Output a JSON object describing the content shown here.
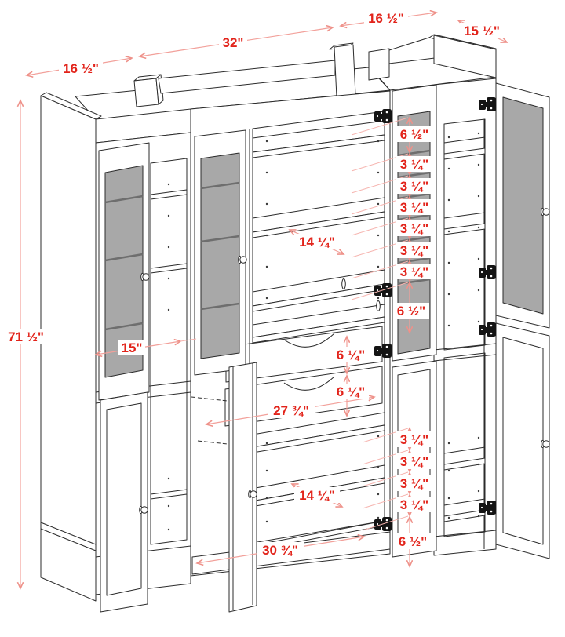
{
  "diagram": {
    "title": "Cabinet assembly dimension diagram",
    "type": "isometric furniture line drawing with dimension callouts",
    "units": "inches"
  },
  "colors": {
    "background": "#ffffff",
    "line": "#2b2b2b",
    "glass_fill": "#a8a8a8",
    "dimension_line": "#f2a09a",
    "dimension_text": "#e2231a",
    "hinge": "#141414"
  },
  "dims": {
    "side_section_width": "16 ½\"",
    "center_section_width": "32\"",
    "right_section_width": "16 ½\"",
    "top_depth": "15 ½\"",
    "overall_height": "71 ½\"",
    "left_shelf_width": "15\"",
    "shelf_depth": "14 ¼\"",
    "pin_spacing": "3 ¼\"",
    "section_gap": "6 ½\"",
    "drawer_height": "6 ¼\"",
    "drawer_opening_width": "27 ¾\"",
    "bottom_opening_width": "30 ¾\""
  }
}
